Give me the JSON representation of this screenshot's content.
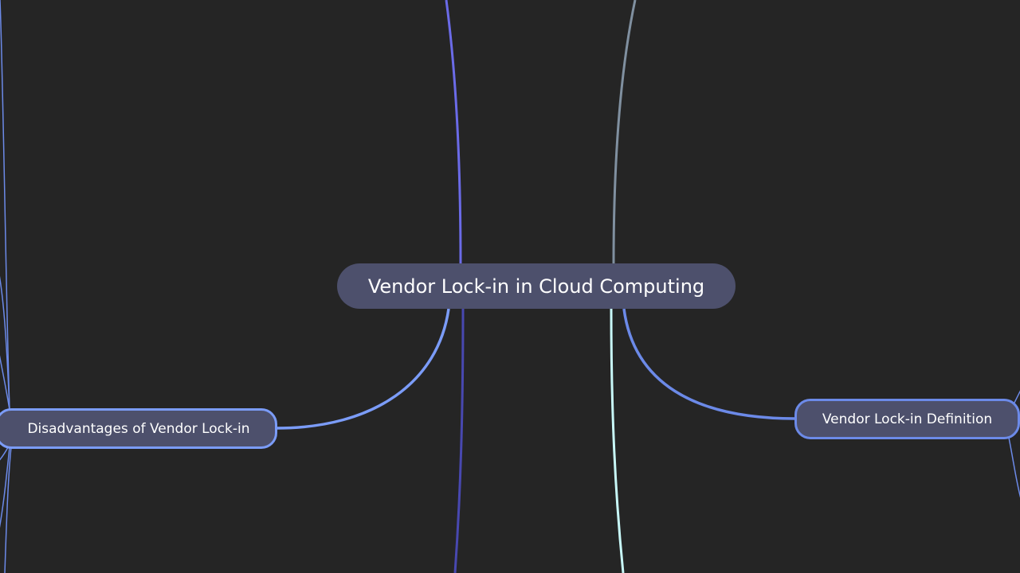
{
  "mindmap": {
    "root": {
      "label": "Vendor Lock-in in Cloud Computing"
    },
    "children": [
      {
        "label": "Disadvantages of Vendor Lock-in",
        "color": "#7b9cf8"
      },
      {
        "label": "Vendor Lock-in Definition",
        "color": "#6c8ae8"
      }
    ]
  },
  "colors": {
    "background": "#252525",
    "node_fill": "#4d506c",
    "edge_purple": "#6b6be8",
    "edge_gray": "#8090a0",
    "edge_indigo": "#4848b0",
    "edge_cyan": "#c8f8f8"
  }
}
